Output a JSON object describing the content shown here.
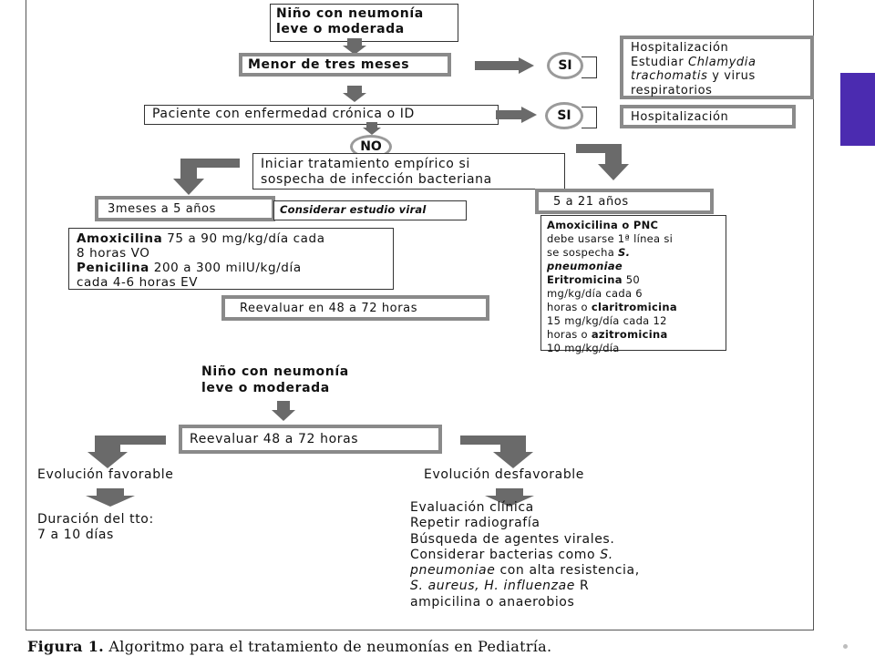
{
  "top_box": [
    "Niño con neumonía",
    "leve o moderada"
  ],
  "menor_box": "Menor de tres meses",
  "si_1": "SI",
  "hosp_box": {
    "line1": "Hospitalización",
    "line2_prefix": "Estudiar ",
    "line2_italic": "Chlamydia",
    "line3_italic": "trachomatis",
    "line3_rest": " y virus",
    "line4": "respiratorios"
  },
  "cronica_box": "Paciente con enfermedad crónica o ID",
  "si_2": "SI",
  "hosp2_box": "Hospitalización",
  "no_circle": "NO",
  "iniciar_box": [
    "Iniciar tratamiento empírico si",
    "sospecha de infección bacteriana"
  ],
  "left_age_box": "3meses a 5 años",
  "considerar_viral": "Considerar estudio viral",
  "right_age_box": "5 a 21  años",
  "left_treatment": {
    "l1_bold": "Amoxicilina",
    "l1_rest": " 75 a 90 mg/kg/día cada",
    "l2": "8 horas VO",
    "l3_bold": "Penicilina",
    "l3_rest": " 200 a 300 milU/kg/día",
    "l4": "cada 4-6 horas  EV"
  },
  "reevaluar_1": "Reevaluar en 48 a 72 horas",
  "right_treatment": {
    "l1": "Amoxicilina o PNC",
    "l2": "debe usarse 1ª línea si",
    "l3_prefix": "se sospecha ",
    "l3_italic": "S.",
    "l4_italic": "pneumoniae",
    "l5_bold": "Eritromicina",
    "l5_rest": " 50",
    "l6": "mg/kg/día cada 6",
    "l7_prefix": "horas o ",
    "l7_bold": "claritromicina",
    "l8": "15 mg/kg/día cada 12",
    "l9_prefix": "horas o ",
    "l9_bold": "azitromicina",
    "l10": "10 mg/kg/día"
  },
  "second_title": [
    "Niño con neumonía",
    "leve o moderada"
  ],
  "reevaluar_2": "Reevaluar 48 a 72 horas",
  "evol_fav": "Evolución favorable",
  "evol_desfav": "Evolución desfavorable",
  "duracion": [
    "Duración del tto:",
    " 7 a 10 días"
  ],
  "desfav_list": {
    "l1": "Evaluación clínica",
    "l2": "Repetir radiografía",
    "l3": "Búsqueda de agentes virales.",
    "l4_prefix": "Considerar  bacterias  como ",
    "l4_italic": "S.",
    "l5_italic": "pneumoniae",
    "l5_rest": " con alta resistencia,",
    "l6_italic": "S. aureus, H. influenzae",
    "l6_rest": " R",
    "l7": "ampicilina o anaerobios"
  },
  "caption": {
    "bold": "Figura 1.",
    "rest": " Algoritmo para el tratamiento de neumonías en Pediatría."
  },
  "colors": {
    "accent_block": "#4b2bb0",
    "arrow_fill": "#6a6a6a",
    "box_border": "#8a8a8a"
  }
}
